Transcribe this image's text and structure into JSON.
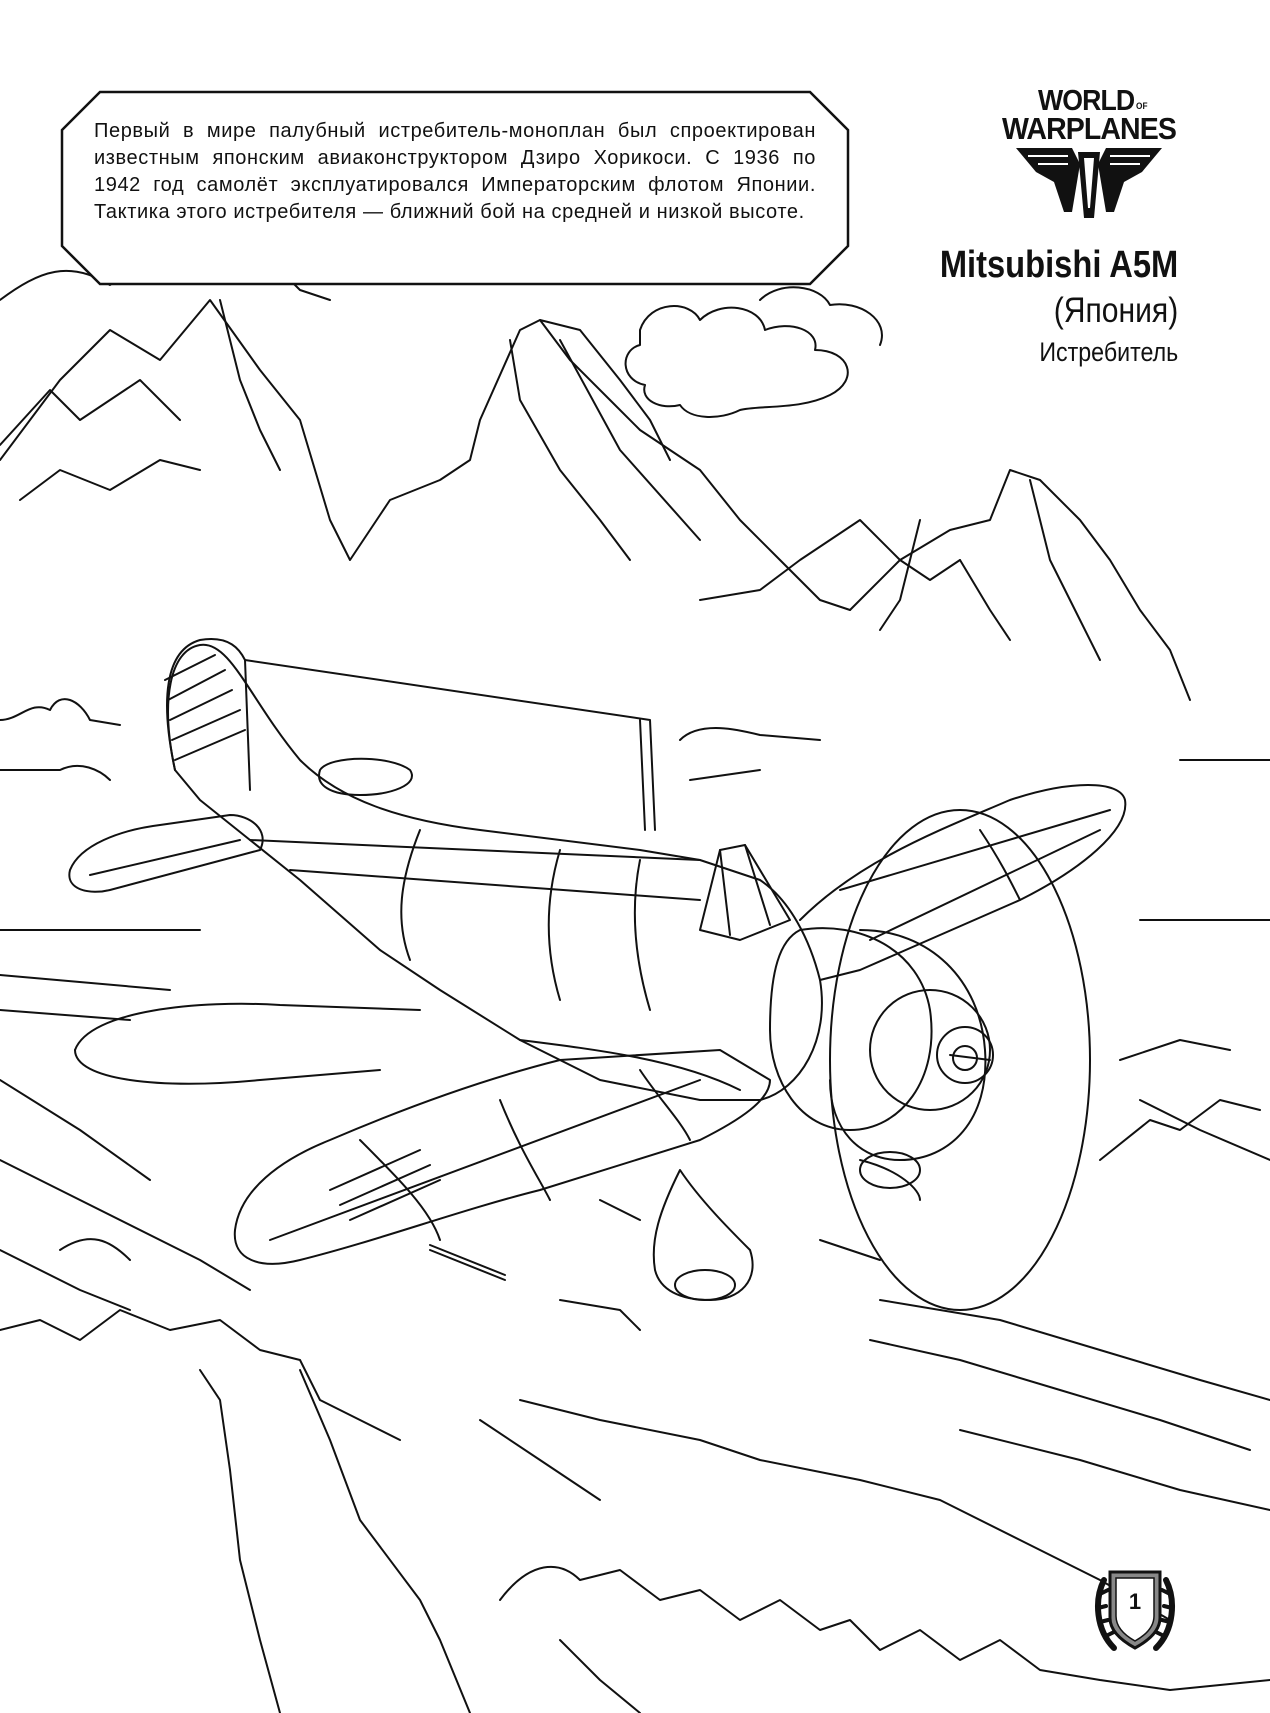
{
  "info": {
    "text": "Первый в мире палубный истребитель-моноплан был спроектирован известным японским авиаконструктором Дзиро Хорикоси. С 1936 по 1942 год самолёт эксплуатировался Императорским флотом Японии. Тактика этого истребителя — ближний бой на средней и низкой высоте."
  },
  "logo": {
    "line1": "WORLD",
    "of": "OF",
    "line2": "WARPLANES"
  },
  "plane": {
    "name": "Mitsubishi A5M",
    "country": "(Япония)",
    "class": "Истребитель"
  },
  "page": {
    "number": "1"
  },
  "icons": [
    "wings-emblem-icon",
    "laurel-shield-icon"
  ],
  "colors": {
    "ink": "#111111",
    "paper": "#ffffff"
  }
}
